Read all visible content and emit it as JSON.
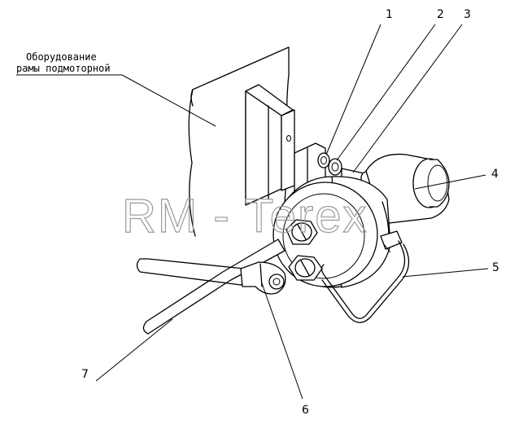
{
  "caption": {
    "line1": "Оборудование",
    "line2": "рамы подмоторной"
  },
  "callouts": [
    "1",
    "2",
    "3",
    "4",
    "5",
    "6",
    "7"
  ],
  "watermark": "RM - Terex"
}
